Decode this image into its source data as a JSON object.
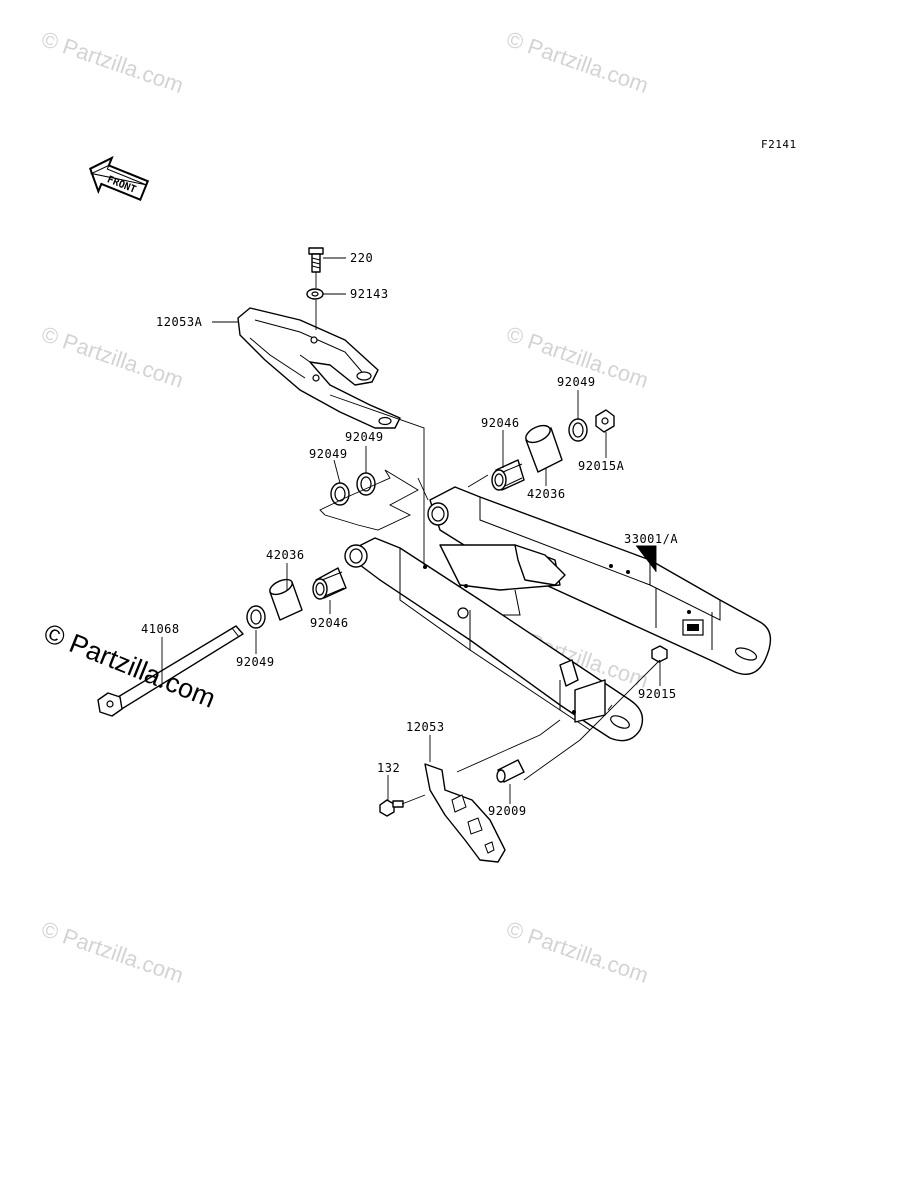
{
  "diagram": {
    "figure_code": "F2141",
    "front_label": "FRONT",
    "watermarks": [
      "© Partzilla.com",
      "© Partzilla.com",
      "© Partzilla.com",
      "© Partzilla.com",
      "© Partzilla.com",
      "© Partzilla.com",
      "© Partzilla.com"
    ],
    "big_watermark": "© Partzilla.com",
    "callouts": [
      {
        "id": "220"
      },
      {
        "id": "92143"
      },
      {
        "id": "12053A"
      },
      {
        "id": "92049"
      },
      {
        "id": "92049"
      },
      {
        "id": "92046"
      },
      {
        "id": "92049"
      },
      {
        "id": "42036"
      },
      {
        "id": "92015A"
      },
      {
        "id": "33001/A"
      },
      {
        "id": "42036"
      },
      {
        "id": "41068"
      },
      {
        "id": "92046"
      },
      {
        "id": "92049"
      },
      {
        "id": "92015"
      },
      {
        "id": "12053"
      },
      {
        "id": "132"
      },
      {
        "id": "92009"
      }
    ]
  }
}
